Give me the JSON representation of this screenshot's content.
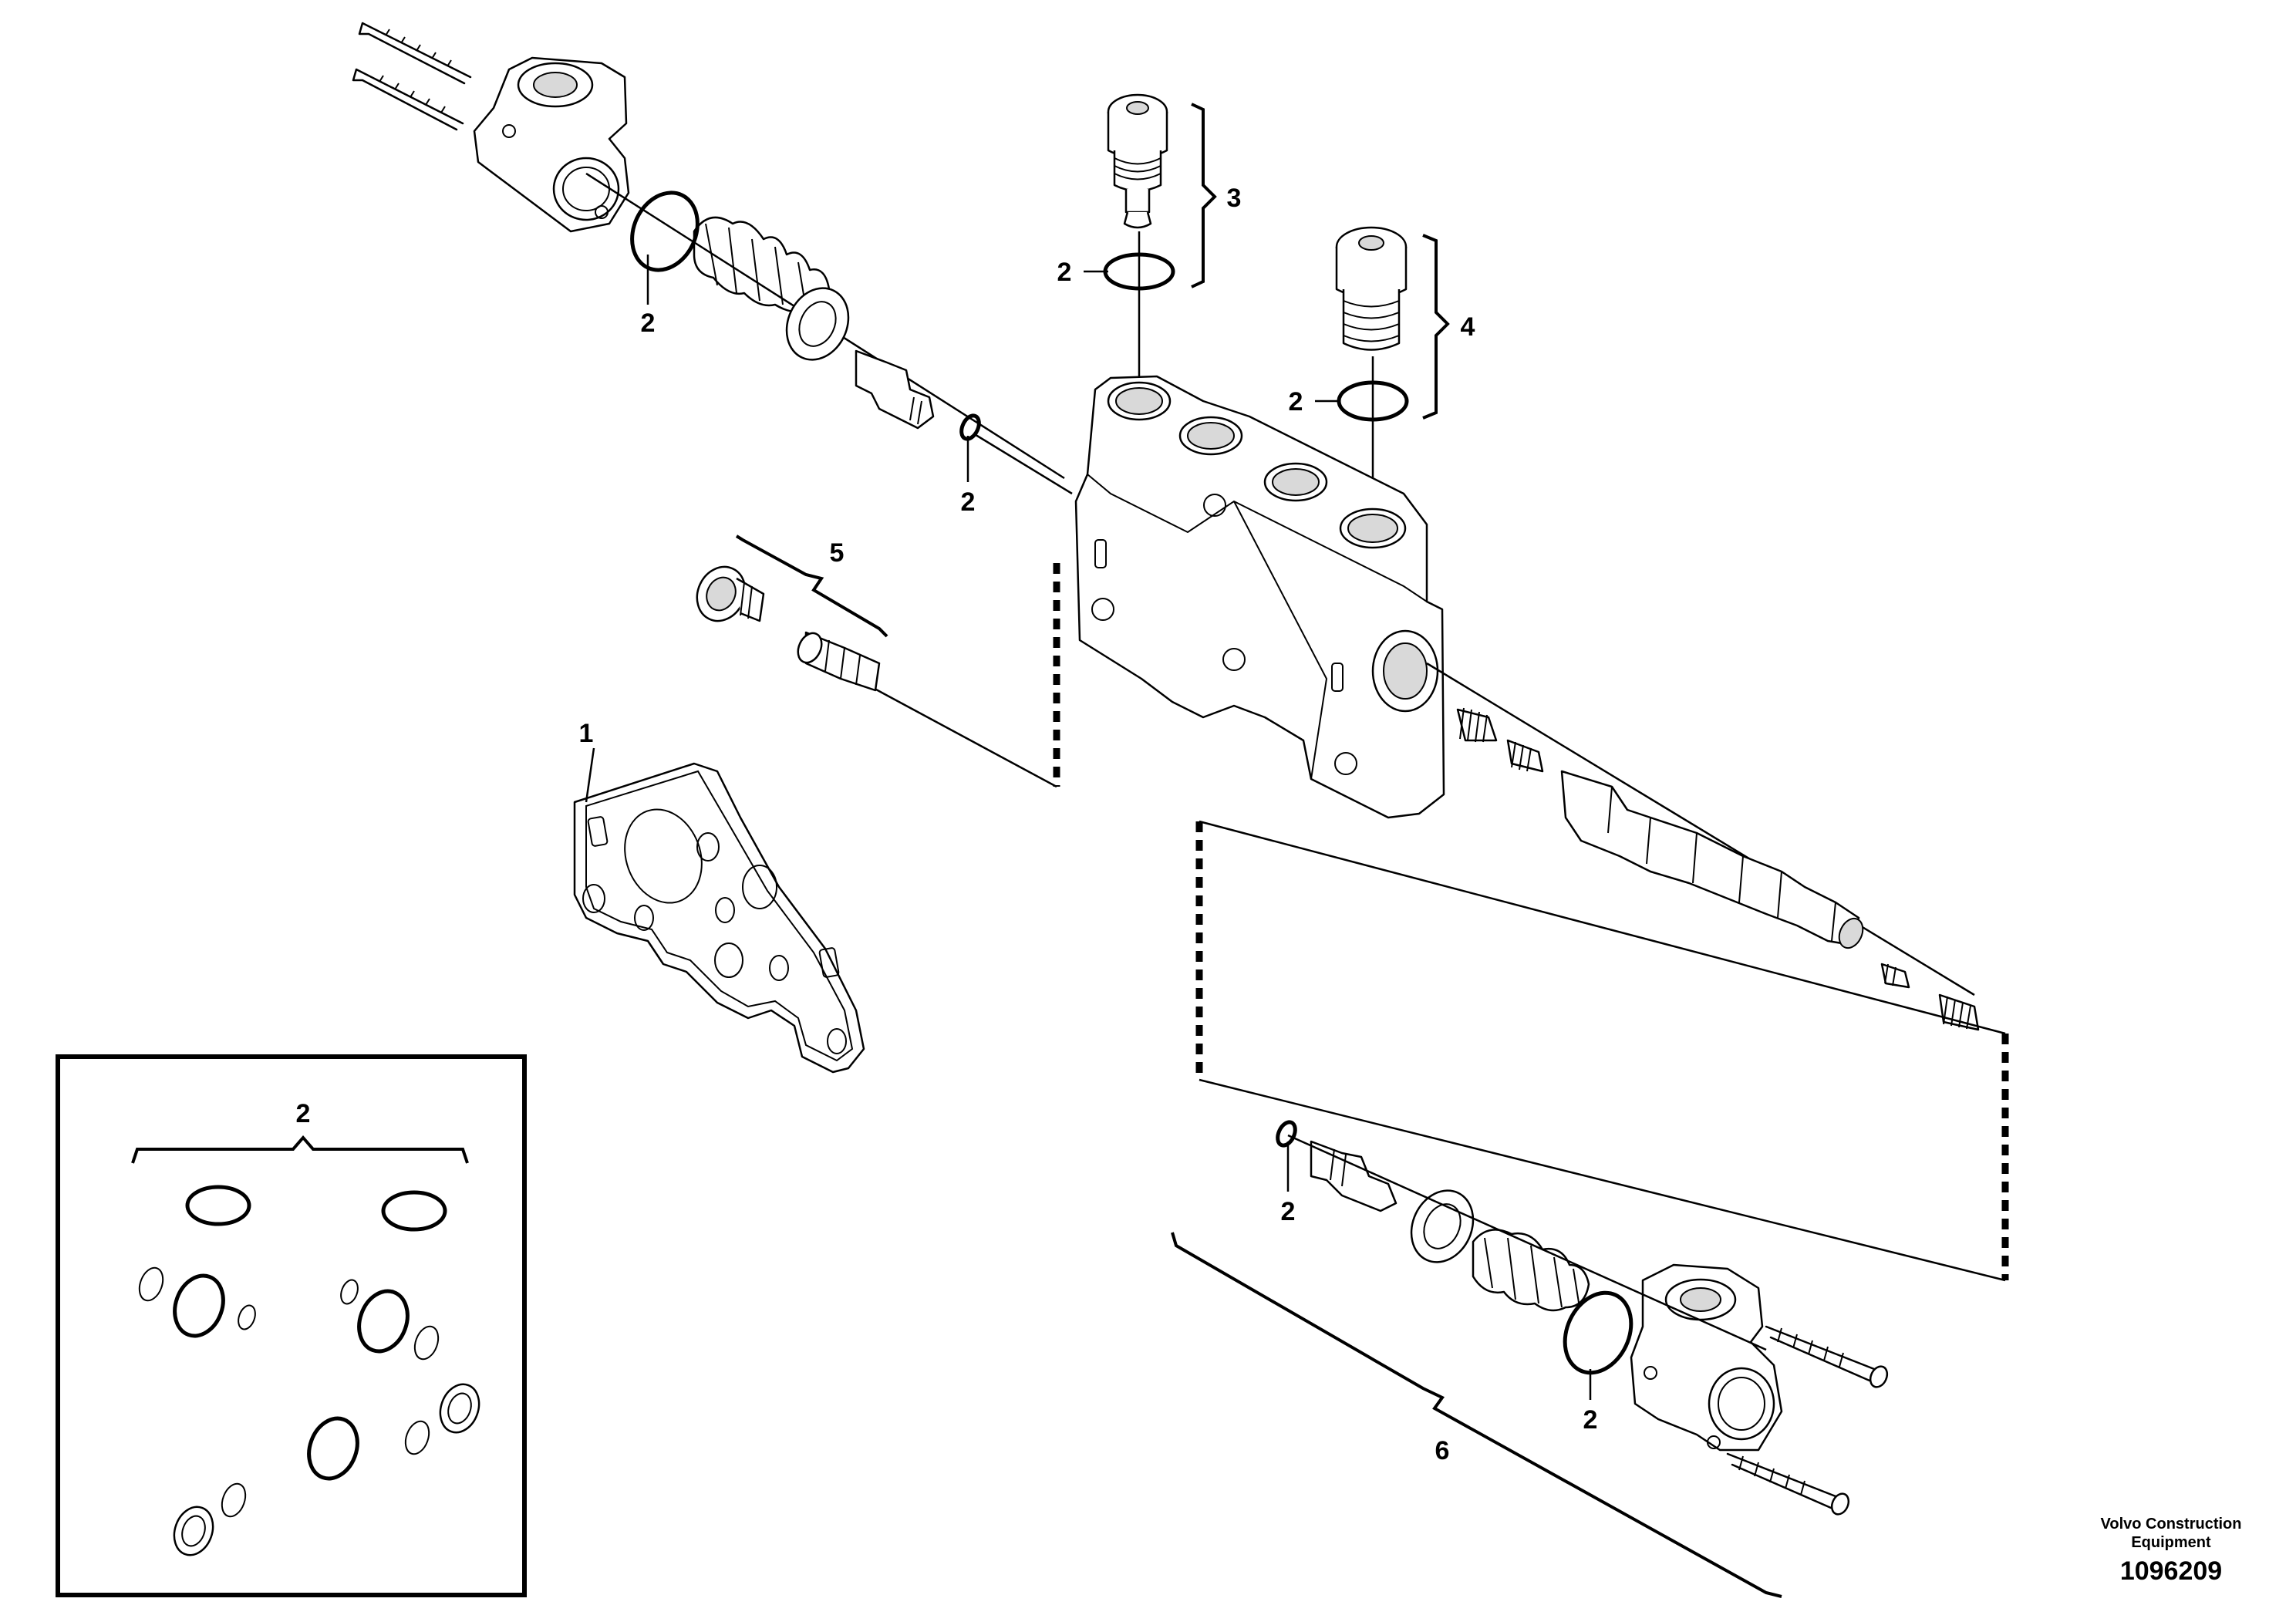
{
  "diagram": {
    "callouts": {
      "c1": "1",
      "c2_relief_top": "2",
      "c2_plug3": "2",
      "c2_plug4": "2",
      "c2_spool": "2",
      "c2_bottom_spool": "2",
      "c2_relief_bottom": "2",
      "c2_kit": "2",
      "c3": "3",
      "c4": "4",
      "c5": "5",
      "c6": "6"
    },
    "footer": {
      "brand_line1": "Volvo Construction",
      "brand_line2": "Equipment",
      "doc_number": "1096209"
    }
  }
}
